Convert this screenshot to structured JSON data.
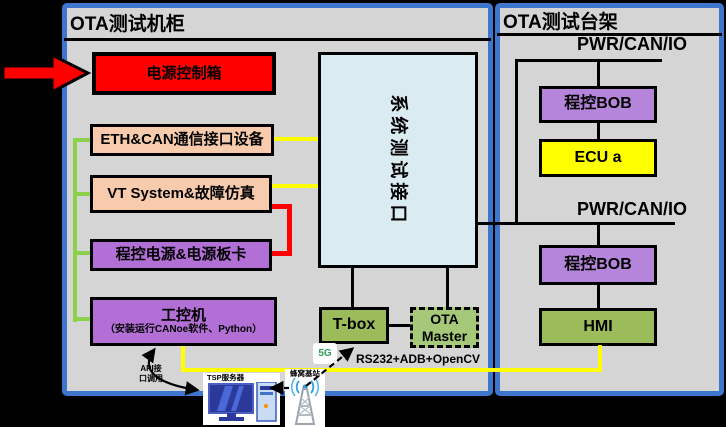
{
  "colors": {
    "background": "#000000",
    "panel_border_blue": "#3D76CC",
    "panel_bg_gray": "#D5D5D5",
    "wire_yellow": "#FFFF00",
    "wire_green": "#8CD14C",
    "wire_red": "#FF0000",
    "wire_black": "#000000",
    "box_red": "#FF0000",
    "box_peach": "#F8CBAD",
    "box_purple": "#B26FD6",
    "box_purple_light": "#B584DB",
    "box_olive_green": "#9CBB5B",
    "box_olive_light": "#A6C979",
    "box_pale_blue": "#DAECF2",
    "box_yellow": "#FFFF00"
  },
  "cabinet": {
    "title": "OTA测试机柜",
    "power_box": "电源控制箱",
    "eth_can_box": "ETH&CAN通信接口设备",
    "vt_box": "VT System&故障仿真",
    "prog_power_box": "程控电源&电源板卡",
    "ipc_box": {
      "title": "工控机",
      "subtitle": "（安装运行CANoe软件、Python）"
    },
    "sys_test_box": "系统测试接口",
    "tbox": "T-box",
    "ota_master": {
      "line1": "OTA",
      "line2": "Master"
    },
    "g5_badge": "5G",
    "rs232_label": "RS232+ADB+OpenCV"
  },
  "bench": {
    "title": "OTA测试台架",
    "bus1_label": "PWR/CAN/IO",
    "bob1_box": "程控BOB",
    "ecu_box": "ECU a",
    "bus2_label": "PWR/CAN/IO",
    "bob2_box": "程控BOB",
    "hmi_box": "HMI"
  },
  "external": {
    "api_label": {
      "line1": "API接",
      "line2": "口调用"
    },
    "tsp_server_label": "TSP服务器",
    "base_station_label": "蜂窝基站"
  }
}
